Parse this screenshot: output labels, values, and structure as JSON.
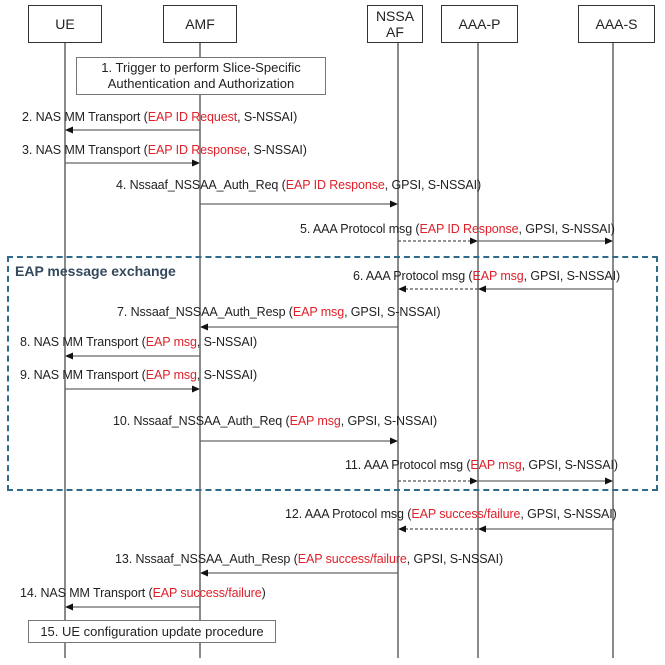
{
  "entities": [
    {
      "id": "ue",
      "label": "UE"
    },
    {
      "id": "amf",
      "label": "AMF"
    },
    {
      "id": "nssaaf",
      "label": "NSSA\nAF"
    },
    {
      "id": "aaap",
      "label": "AAA-P"
    },
    {
      "id": "aaas",
      "label": "AAA-S"
    }
  ],
  "notes": {
    "step1": "1. Trigger to perform Slice-Specific Authentication  and Authorization",
    "step15": "15. UE configuration update procedure"
  },
  "group": {
    "title": "EAP message exchange",
    "color": "#2e6a8a"
  },
  "colors": {
    "eap_highlight": "#e0202a",
    "lifeline": "#8a8a8a"
  },
  "messages": [
    {
      "step": "2",
      "prefix": "2. NAS MM Transport (",
      "eap": "EAP ID Request",
      "suffix": ", S-NSSAI)",
      "from": "amf",
      "to": "ue",
      "style": "solid"
    },
    {
      "step": "3",
      "prefix": "3. NAS MM Transport (",
      "eap": "EAP ID Response",
      "suffix": ", S-NSSAI)",
      "from": "ue",
      "to": "amf",
      "style": "solid"
    },
    {
      "step": "4",
      "prefix": "4. Nssaaf_NSSAA_Auth_Req (",
      "eap": "EAP ID Response",
      "suffix": ", GPSI, S-NSSAI)",
      "from": "amf",
      "to": "nssaaf",
      "style": "solid"
    },
    {
      "step": "5",
      "prefix": "5. AAA Protocol msg (",
      "eap": "EAP ID Response",
      "suffix": ", GPSI, S-NSSAI)",
      "segments": [
        {
          "from": "nssaaf",
          "to": "aaap",
          "style": "dashed"
        },
        {
          "from": "aaap",
          "to": "aaas",
          "style": "solid"
        }
      ]
    },
    {
      "step": "6",
      "prefix": "6. AAA Protocol msg (",
      "eap": "EAP msg",
      "suffix": ", GPSI, S-NSSAI)",
      "segments": [
        {
          "from": "aaas",
          "to": "aaap",
          "style": "solid"
        },
        {
          "from": "aaap",
          "to": "nssaaf",
          "style": "dashed"
        }
      ]
    },
    {
      "step": "7",
      "prefix": "7. Nssaaf_NSSAA_Auth_Resp (",
      "eap": "EAP msg",
      "suffix": ", GPSI, S-NSSAI)",
      "from": "nssaaf",
      "to": "amf",
      "style": "solid"
    },
    {
      "step": "8",
      "prefix": "8. NAS MM Transport (",
      "eap": "EAP msg",
      "suffix": ", S-NSSAI)",
      "from": "amf",
      "to": "ue",
      "style": "solid"
    },
    {
      "step": "9",
      "prefix": "9. NAS MM Transport (",
      "eap": "EAP msg",
      "suffix": ", S-NSSAI)",
      "from": "ue",
      "to": "amf",
      "style": "solid"
    },
    {
      "step": "10",
      "prefix": "10. Nssaaf_NSSAA_Auth_Req (",
      "eap": "EAP msg",
      "suffix": ", GPSI, S-NSSAI)",
      "from": "amf",
      "to": "nssaaf",
      "style": "solid"
    },
    {
      "step": "11",
      "prefix": "11. AAA Protocol msg (",
      "eap": "EAP msg",
      "suffix": ", GPSI, S-NSSAI)",
      "segments": [
        {
          "from": "nssaaf",
          "to": "aaap",
          "style": "dashed"
        },
        {
          "from": "aaap",
          "to": "aaas",
          "style": "solid"
        }
      ]
    },
    {
      "step": "12",
      "prefix": "12. AAA Protocol msg (",
      "eap": "EAP success/failure",
      "suffix": ", GPSI, S-NSSAI)",
      "segments": [
        {
          "from": "aaas",
          "to": "aaap",
          "style": "solid"
        },
        {
          "from": "aaap",
          "to": "nssaaf",
          "style": "dashed"
        }
      ]
    },
    {
      "step": "13",
      "prefix": "13. Nssaaf_NSSAA_Auth_Resp (",
      "eap": "EAP success/failure",
      "suffix": ", GPSI, S-NSSAI)",
      "from": "nssaaf",
      "to": "amf",
      "style": "solid"
    },
    {
      "step": "14",
      "prefix": "14. NAS MM Transport (",
      "eap": "EAP success/failure",
      "suffix": ")",
      "from": "amf",
      "to": "ue",
      "style": "solid"
    }
  ]
}
